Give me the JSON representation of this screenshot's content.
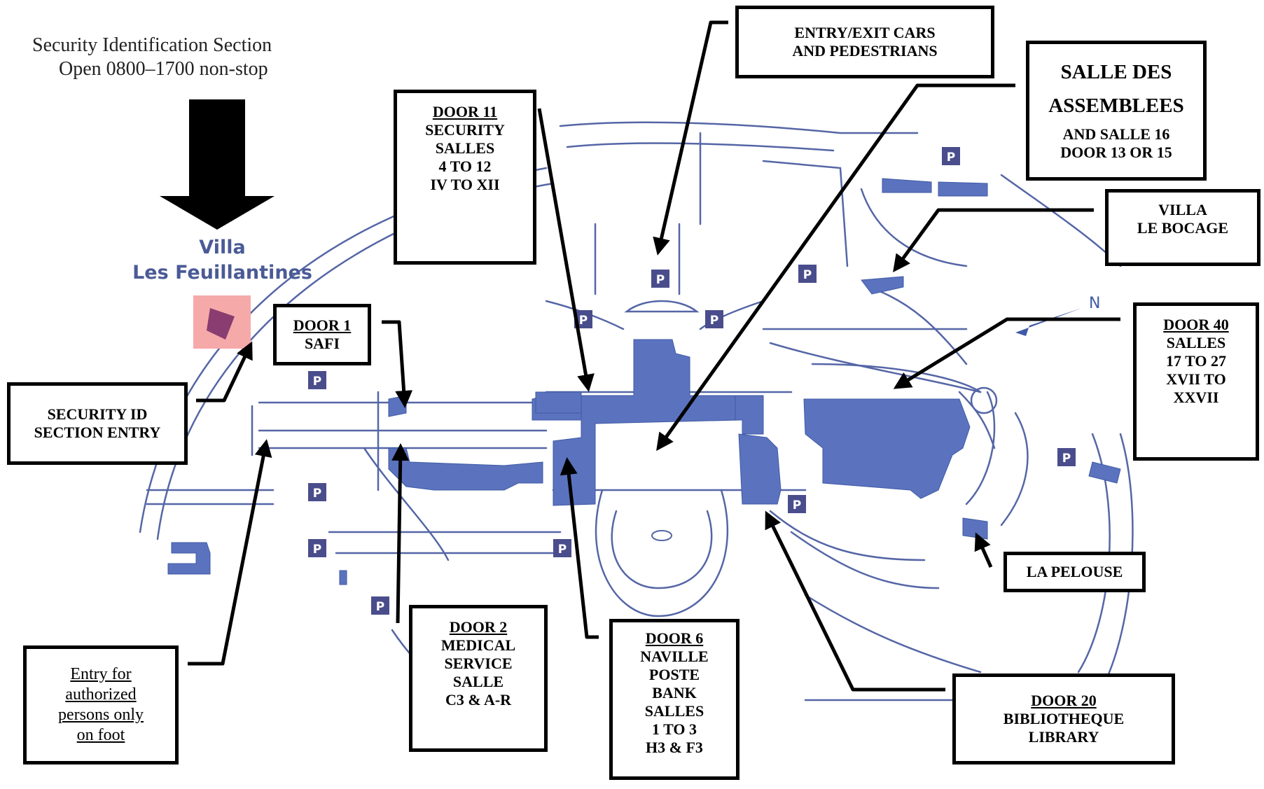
{
  "header": {
    "line1": "Security Identification Section",
    "line2": "Open 0800–1700 non-stop"
  },
  "villa_feuillantines": {
    "line1": "Villa",
    "line2": "Les Feuillantines"
  },
  "north_label": "N",
  "parking_symbol": "P",
  "labels": {
    "entry_exit": {
      "lines": [
        "ENTRY/EXIT CARS",
        "AND PEDESTRIANS"
      ]
    },
    "salle_assemblees": {
      "title1": "SALLE DES",
      "title2": "ASSEMBLEES",
      "lines": [
        "AND SALLE 16",
        "DOOR 13 OR 15"
      ]
    },
    "door11": {
      "heading": "DOOR 11",
      "lines": [
        "SECURITY",
        "SALLES",
        "4 TO 12",
        "IV TO XII"
      ]
    },
    "door1": {
      "heading": "DOOR 1",
      "lines": [
        "SAFI"
      ]
    },
    "villa_bocage": {
      "lines": [
        "VILLA",
        "LE BOCAGE"
      ]
    },
    "door40": {
      "heading": "DOOR 40",
      "lines": [
        "SALLES",
        "17 TO 27",
        "XVII TO",
        "XXVII"
      ]
    },
    "security_entry": {
      "lines": [
        "SECURITY ID",
        "SECTION ENTRY"
      ]
    },
    "la_pelouse": {
      "lines": [
        "LA PELOUSE"
      ]
    },
    "entry_foot": {
      "lines": [
        "Entry for",
        "authorized",
        "persons only",
        "on foot"
      ]
    },
    "door2": {
      "heading": "DOOR 2",
      "lines": [
        "MEDICAL",
        "SERVICE",
        "SALLE",
        "C3 & A-R"
      ]
    },
    "door6": {
      "heading": "DOOR 6",
      "lines": [
        "NAVILLE",
        "POSTE",
        "BANK",
        "SALLES",
        "1 TO 3",
        "H3 & F3"
      ]
    },
    "door20": {
      "heading": "DOOR 20",
      "lines": [
        "BIBLIOTHEQUE",
        "LIBRARY"
      ]
    }
  },
  "colors": {
    "building": "#5b73be",
    "road": "#5566a6",
    "parking": "#4a4d8c",
    "highlight": "#f5a9a9",
    "villa": "#8a3d70"
  }
}
